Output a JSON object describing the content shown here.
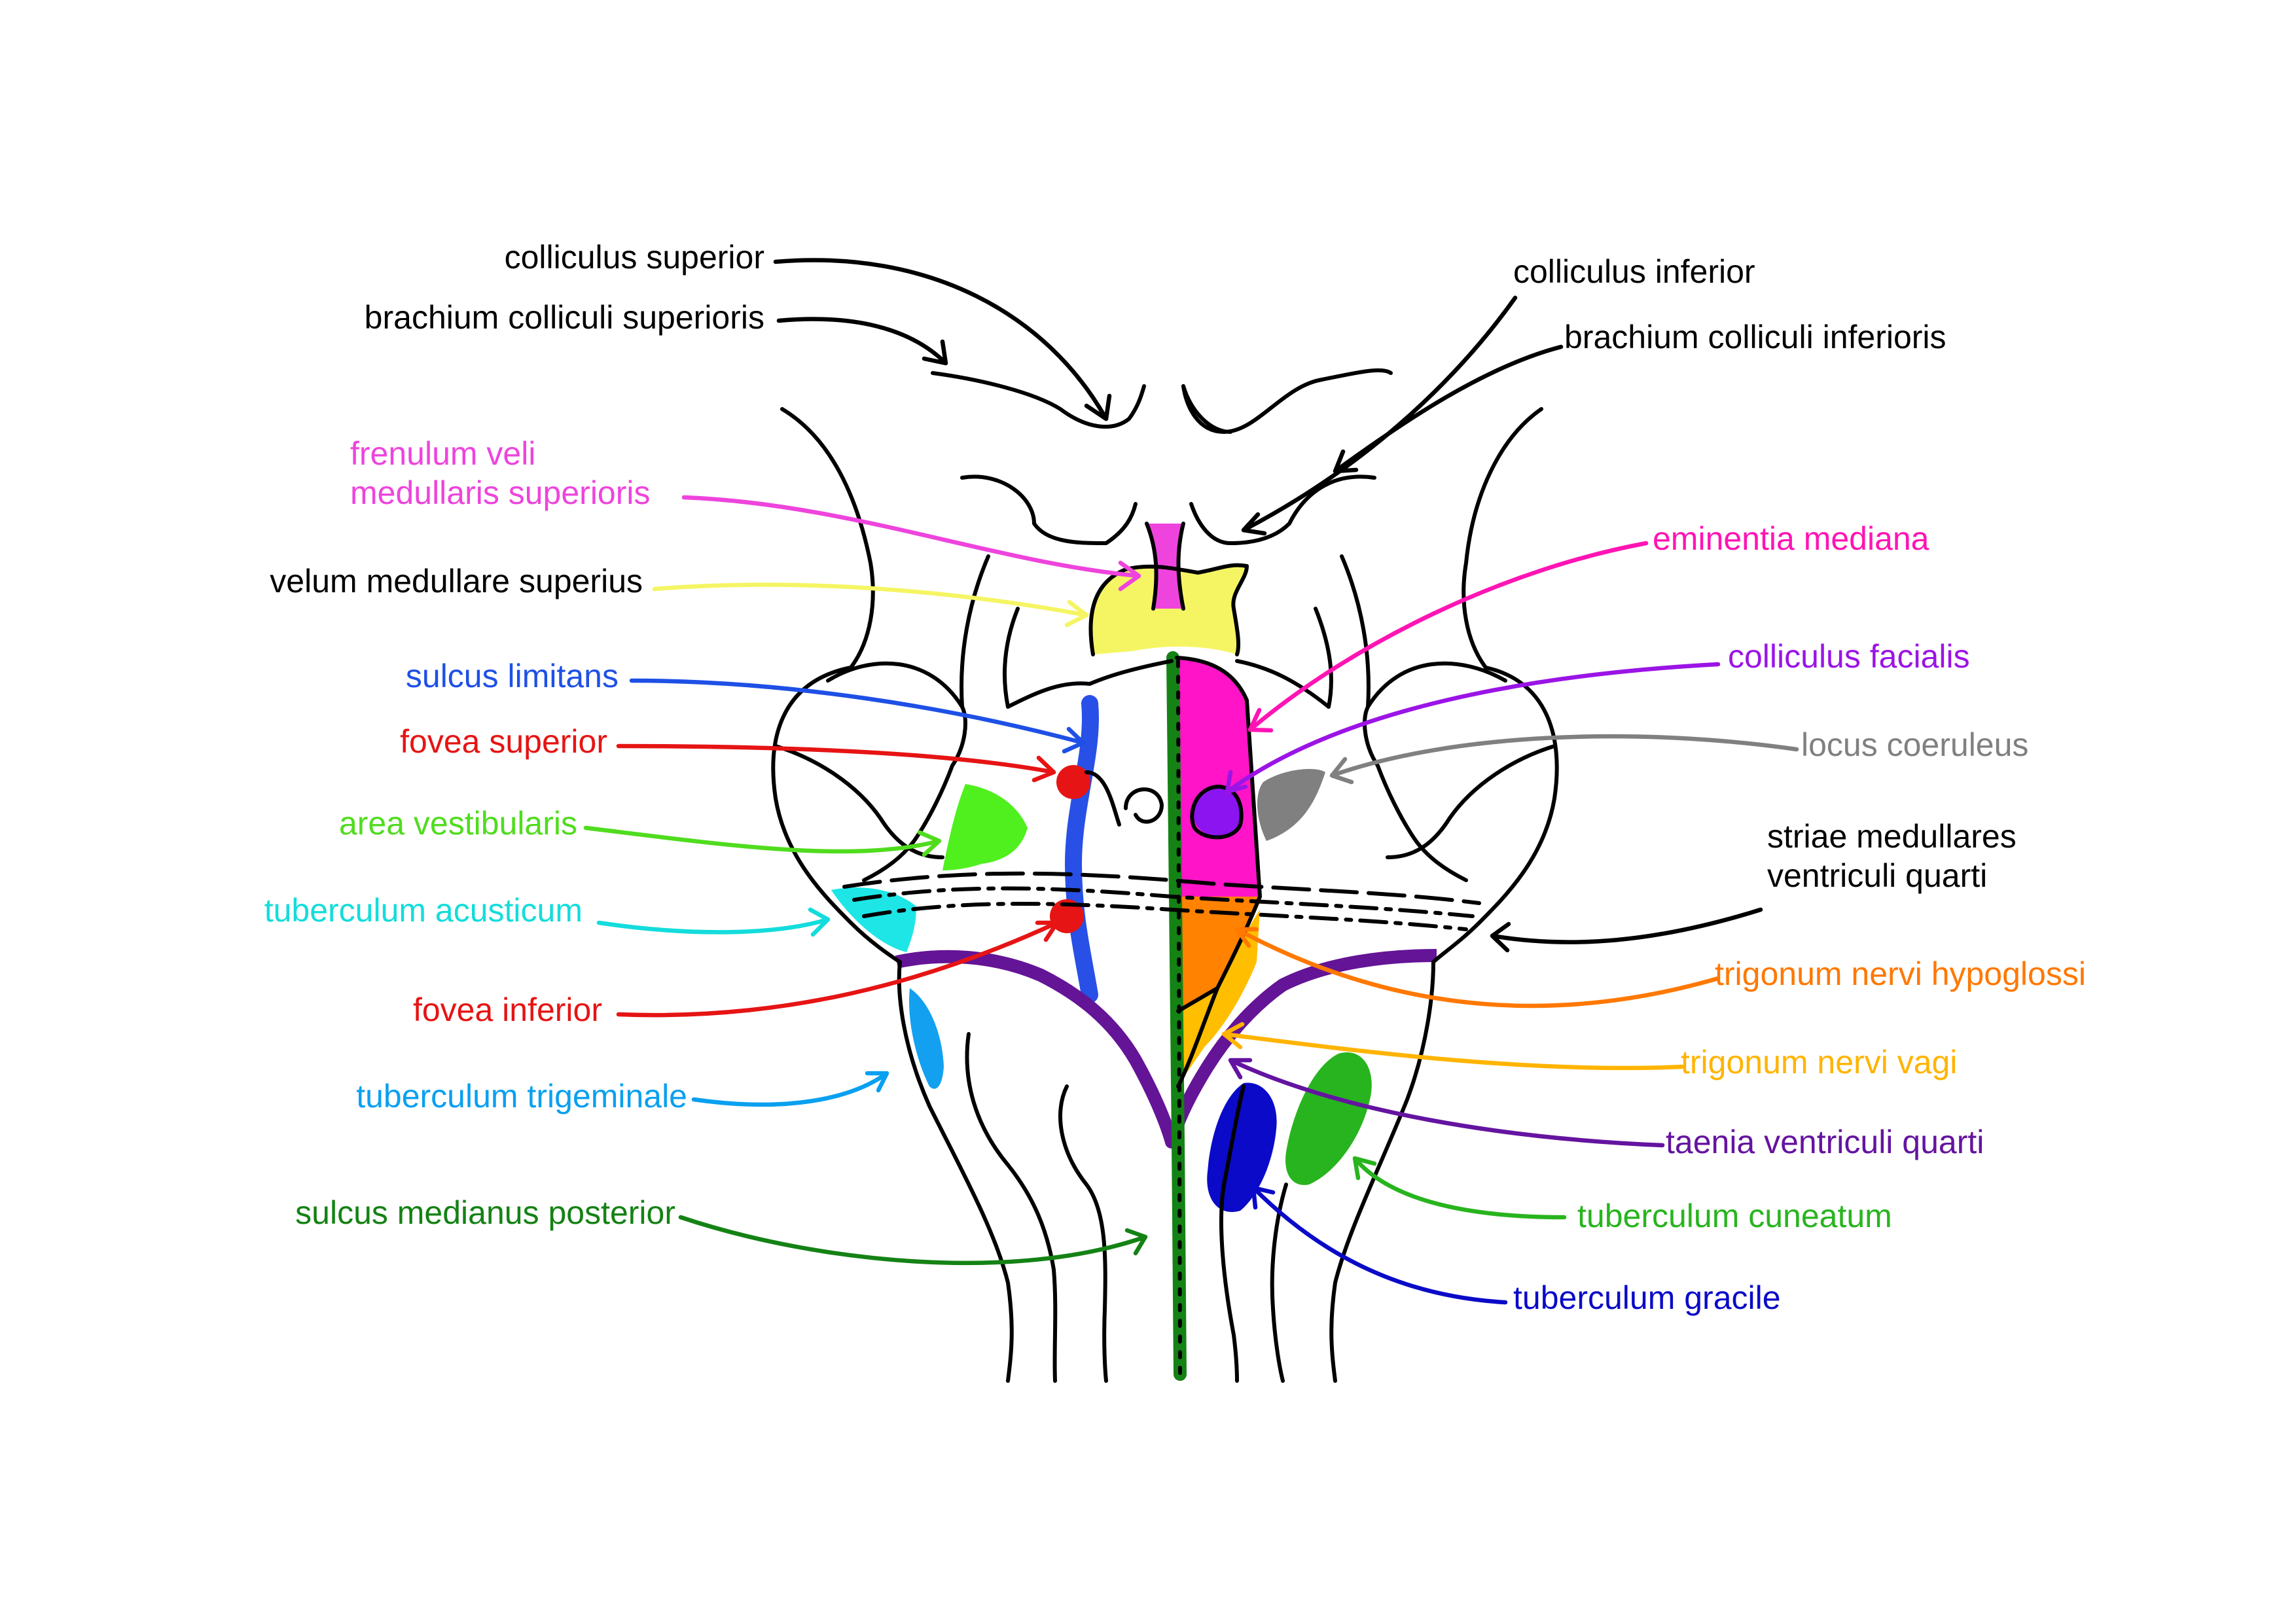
{
  "labels": {
    "colliculus_superior": {
      "text": "colliculus superior",
      "color": "#000000"
    },
    "brachium_colliculi_superioris": {
      "text": "brachium colliculi superioris",
      "color": "#000000"
    },
    "colliculus_inferior": {
      "text": "colliculus inferior",
      "color": "#000000"
    },
    "brachium_colliculi_inferioris": {
      "text": "brachium colliculi inferioris",
      "color": "#000000"
    },
    "frenulum_line1": {
      "text": "frenulum veli",
      "color": "#ee44dd"
    },
    "frenulum_line2": {
      "text": "medullaris superioris",
      "color": "#ee44dd"
    },
    "velum_medullare_superius": {
      "text": "velum medullare superius",
      "color": "#000000"
    },
    "eminentia_mediana": {
      "text": "eminentia mediana",
      "color": "#ff14b4"
    },
    "sulcus_limitans": {
      "text": "sulcus limitans",
      "color": "#1e50e6"
    },
    "colliculus_facialis": {
      "text": "colliculus facialis",
      "color": "#9b14e6"
    },
    "fovea_superior": {
      "text": "fovea superior",
      "color": "#e61414"
    },
    "locus_coeruleus": {
      "text": "locus coeruleus",
      "color": "#808080"
    },
    "area_vestibularis": {
      "text": "area vestibularis",
      "color": "#50dc1e"
    },
    "striae_line1": {
      "text": "striae medullares",
      "color": "#000000"
    },
    "striae_line2": {
      "text": "ventriculi quarti",
      "color": "#000000"
    },
    "tuberculum_acusticum": {
      "text": "tuberculum acusticum",
      "color": "#14dcdc"
    },
    "trigonum_nervi_hypoglossi": {
      "text": "trigonum nervi  hypoglossi",
      "color": "#ff7800"
    },
    "fovea_inferior": {
      "text": "fovea inferior",
      "color": "#e61414"
    },
    "trigonum_nervi_vagi": {
      "text": "trigonum nervi vagi",
      "color": "#ffb400"
    },
    "tuberculum_trigeminale": {
      "text": "tuberculum trigeminale",
      "color": "#0aa0f0"
    },
    "taenia_ventriculi_quarti": {
      "text": "taenia ventriculi quarti",
      "color": "#6414a0"
    },
    "sulcus_medianus_posterior": {
      "text": "sulcus medianus posterior",
      "color": "#148214"
    },
    "tuberculum_cuneatum": {
      "text": "tuberculum cuneatum",
      "color": "#28b41e"
    },
    "tuberculum_gracile": {
      "text": "tuberculum gracile",
      "color": "#0a0ac8"
    }
  },
  "colors": {
    "outline": "#000000",
    "frenulum": "#ee44dd",
    "velum": "#f5f564",
    "eminentia": "#ff14c8",
    "sulcus_limitans": "#2850e6",
    "facialis": "#8c14f0",
    "fovea": "#e61414",
    "locus": "#808080",
    "vestibularis": "#50f01e",
    "acusticum": "#1ee6e6",
    "hypoglossi": "#ff8200",
    "vagi": "#ffbe00",
    "trigeminale": "#14a0f0",
    "taenia": "#641496",
    "median": "#148214",
    "cuneatum": "#28b41e",
    "gracile": "#0a0ac8"
  }
}
